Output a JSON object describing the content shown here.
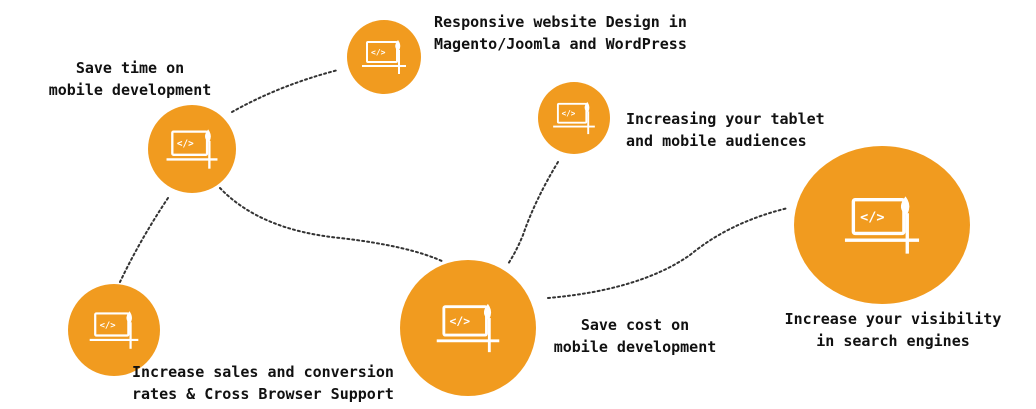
{
  "colors": {
    "accent": "#f19b1f",
    "icon": "#ffffff",
    "text": "#111111",
    "connector": "#333333"
  },
  "nodes": [
    {
      "id": "responsive-design",
      "icon": "laptop-code-brush-icon",
      "lines": [
        "Responsive website Design in",
        "Magento/Joomla and WordPress"
      ]
    },
    {
      "id": "save-time",
      "icon": "laptop-code-brush-icon",
      "lines": [
        "Save time on",
        "mobile development"
      ]
    },
    {
      "id": "tablet-mobile",
      "icon": "laptop-code-brush-icon",
      "lines": [
        "Increasing your tablet",
        "and mobile audiences"
      ]
    },
    {
      "id": "visibility",
      "icon": "laptop-code-brush-icon",
      "lines": [
        "Increase your visibility",
        "in search engines"
      ]
    },
    {
      "id": "save-cost",
      "icon": "laptop-code-brush-icon",
      "lines": [
        "Save cost on",
        "mobile development"
      ]
    },
    {
      "id": "sales-conversion",
      "icon": "laptop-code-brush-icon",
      "lines": [
        "Increase sales and conversion",
        "rates & Cross Browser Support"
      ]
    }
  ]
}
